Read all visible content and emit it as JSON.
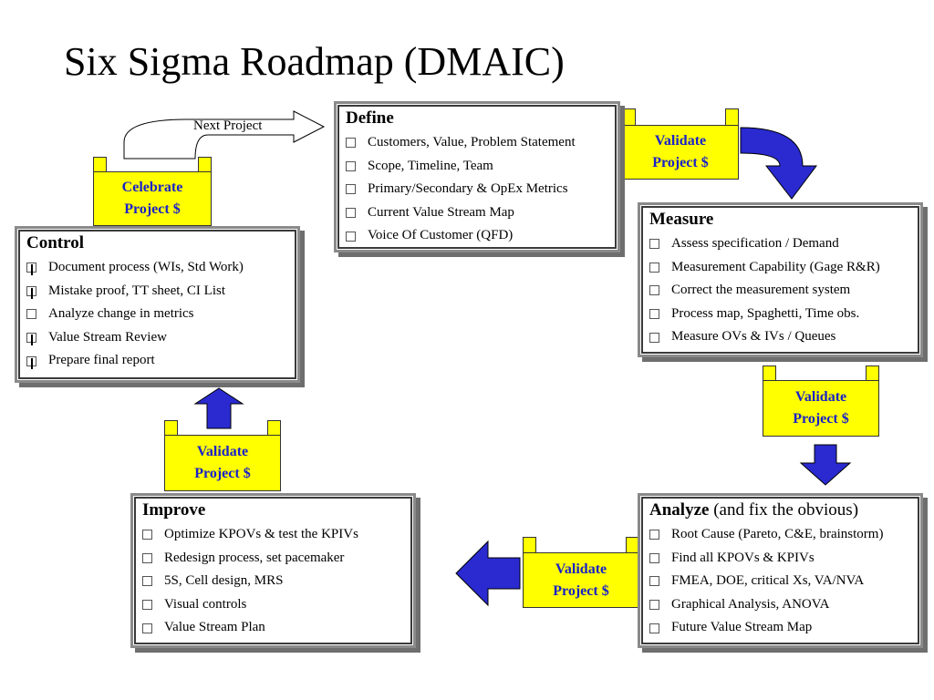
{
  "title": "Six Sigma Roadmap (DMAIC)",
  "next_project_label": "Next Project",
  "celebrate": {
    "line1": "Celebrate",
    "line2": "Project $"
  },
  "validate": {
    "line1": "Validate",
    "line2": "Project $"
  },
  "colors": {
    "tab_fill": "#ffff00",
    "tab_text": "#1a22c8",
    "arrow_fill": "#2a2ad0",
    "box_border": "#8a8a8a"
  },
  "phases": {
    "define": {
      "title": "Define",
      "items": [
        "Customers, Value, Problem Statement",
        "Scope, Timeline, Team",
        "Primary/Secondary  & OpEx Metrics",
        "Current Value Stream Map",
        "Voice Of Customer (QFD)"
      ]
    },
    "measure": {
      "title": "Measure",
      "items": [
        "Assess specification / Demand",
        "Measurement Capability (Gage R&R)",
        "Correct the measurement system",
        "Process map, Spaghetti, Time obs.",
        "Measure OVs & IVs / Queues"
      ]
    },
    "analyze": {
      "title": "Analyze",
      "subtitle": "(and fix the obvious)",
      "items": [
        "Root Cause (Pareto, C&E, brainstorm)",
        "Find all KPOVs & KPIVs",
        "FMEA, DOE, critical Xs, VA/NVA",
        "Graphical Analysis, ANOVA",
        "Future Value Stream Map"
      ]
    },
    "improve": {
      "title": "Improve",
      "items": [
        "Optimize KPOVs & test the KPIVs",
        "Redesign process, set pacemaker",
        "5S, Cell design, MRS",
        "Visual controls",
        "Value Stream Plan"
      ]
    },
    "control": {
      "title": "Control",
      "items": [
        "Document process (WIs, Std Work)",
        "Mistake proof, TT sheet, CI List",
        "Analyze change in metrics",
        "Value Stream Review",
        "Prepare final report"
      ]
    }
  }
}
